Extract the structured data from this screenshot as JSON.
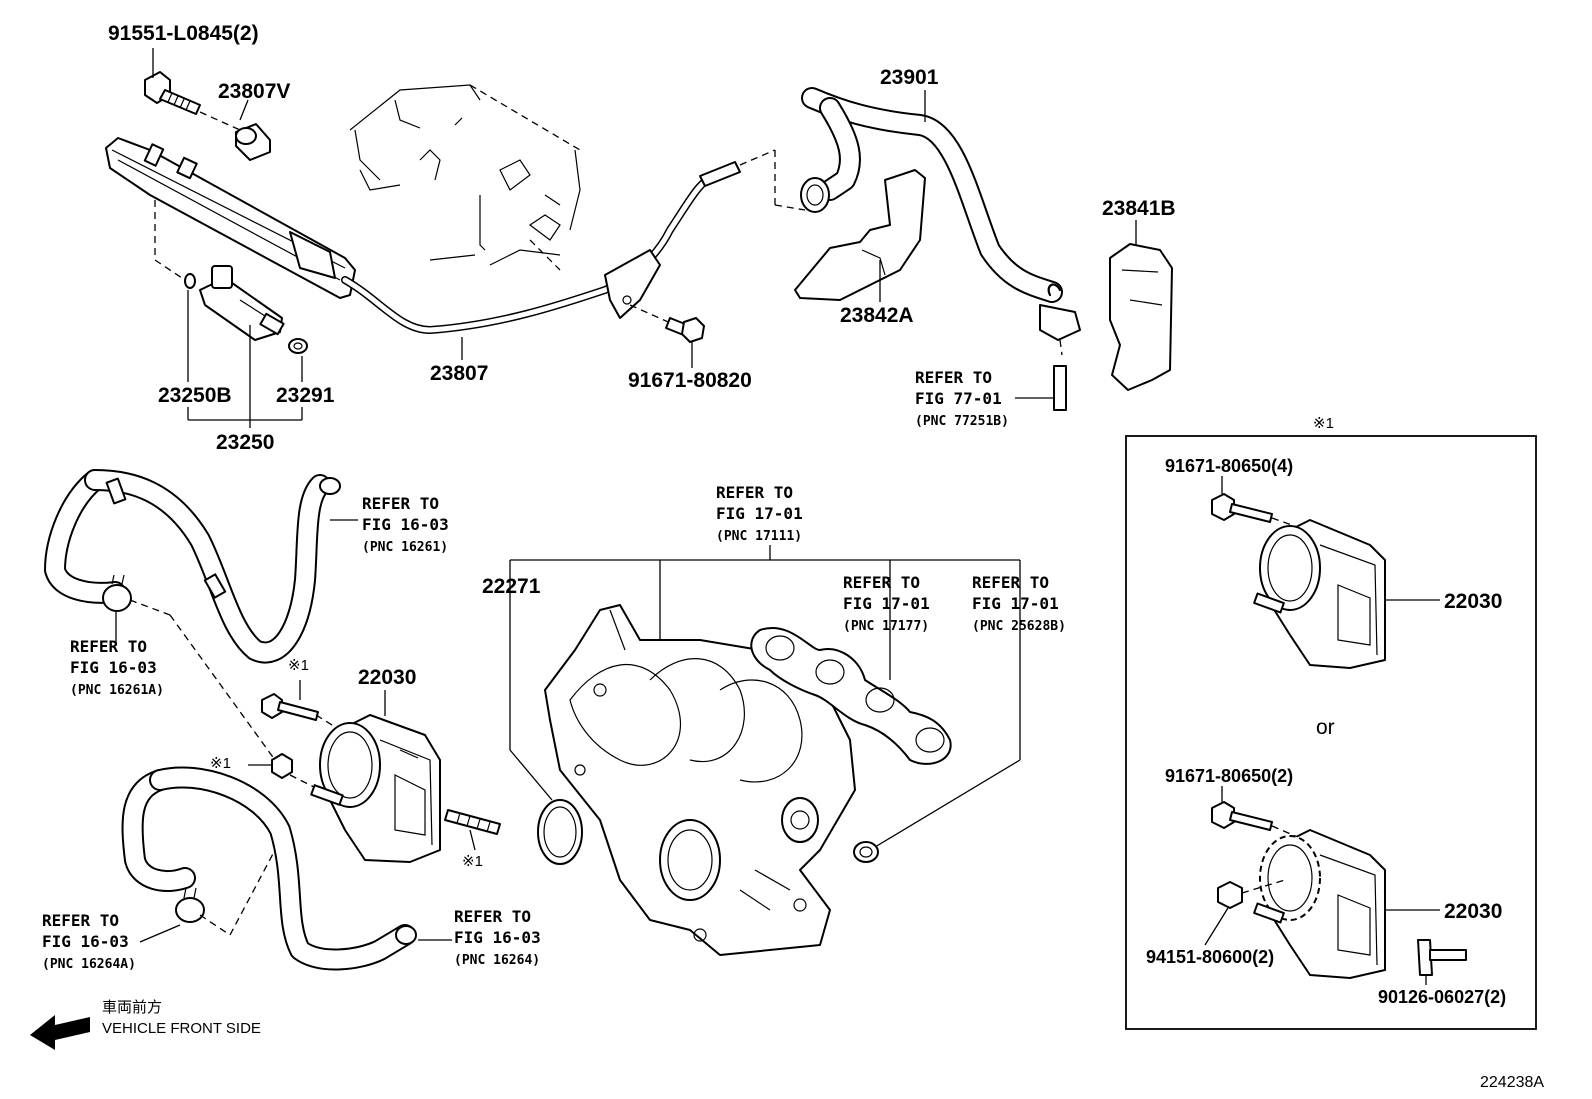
{
  "diagram_code": "224238A",
  "direction": {
    "japanese": "車両前方",
    "english": "VEHICLE FRONT SIDE"
  },
  "parts": {
    "bolt_91551": "91551-L0845(2)",
    "p23807V": "23807V",
    "p23901": "23901",
    "p23841B": "23841B",
    "p23842A": "23842A",
    "p23250B": "23250B",
    "p23291": "23291",
    "p23250": "23250",
    "p23807": "23807",
    "bolt_91671_80820": "91671-80820",
    "p22271": "22271",
    "p22030_main": "22030",
    "p22030_alt1": "22030",
    "p22030_alt2": "22030",
    "bolt_80650_4": "91671-80650(4)",
    "bolt_80650_2": "91671-80650(2)",
    "nut_94151": "94151-80600(2)",
    "stud_90126": "90126-06027(2)"
  },
  "refs": {
    "r77_01": {
      "refer": "REFER TO",
      "fig": "FIG 77-01",
      "pnc": "(PNC 77251B)"
    },
    "r16_03_a": {
      "refer": "REFER TO",
      "fig": "FIG 16-03",
      "pnc": "(PNC 16261)"
    },
    "r16_03_b": {
      "refer": "REFER TO",
      "fig": "FIG 16-03",
      "pnc": "(PNC 16261A)"
    },
    "r17_01_a": {
      "refer": "REFER TO",
      "fig": "FIG 17-01",
      "pnc": "(PNC 17111)"
    },
    "r17_01_b": {
      "refer": "REFER TO",
      "fig": "FIG 17-01",
      "pnc": "(PNC 17177)"
    },
    "r17_01_c": {
      "refer": "REFER TO",
      "fig": "FIG 17-01",
      "pnc": "(PNC 25628B)"
    },
    "r16_03_c": {
      "refer": "REFER TO",
      "fig": "FIG 16-03",
      "pnc": "(PNC 16264A)"
    },
    "r16_03_d": {
      "refer": "REFER TO",
      "fig": "FIG 16-03",
      "pnc": "(PNC 16264)"
    }
  },
  "marks": {
    "box_header": "※1",
    "bolt_mark": "※1",
    "nut_mark": "※1",
    "stud_mark": "※1"
  },
  "or_text": "or"
}
